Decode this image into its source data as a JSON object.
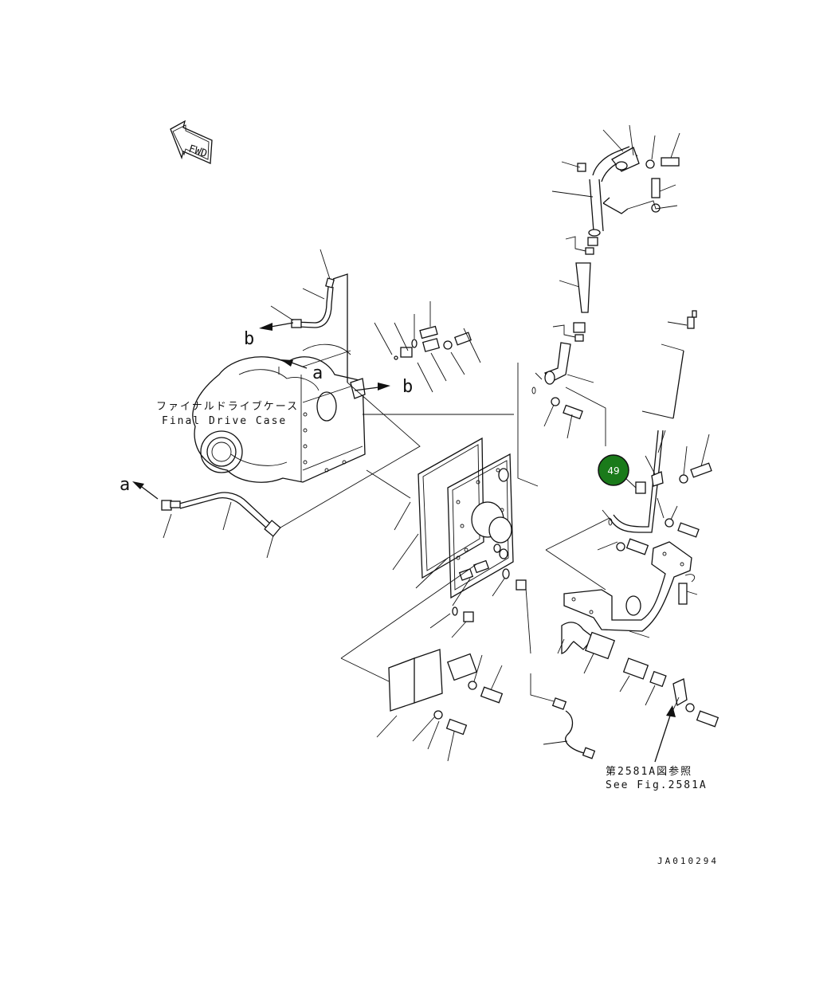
{
  "fwd_label": "FWD",
  "final_drive_case_jp": "ファイナルドライブケース",
  "final_drive_case_en": "Final Drive Case",
  "ref_a": "a",
  "ref_b": "b",
  "see_fig_jp": "第2581A図参照",
  "see_fig_en": "See Fig.2581A",
  "drawing_code": "JA010294",
  "callout": {
    "number": "49",
    "color": "#1a7a1a"
  }
}
